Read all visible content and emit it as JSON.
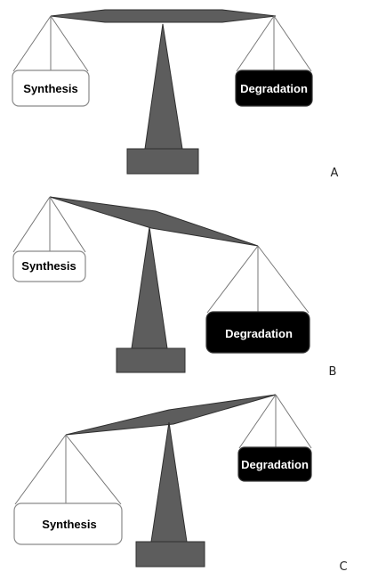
{
  "panels": [
    {
      "letter": "A",
      "left_label": "Synthesis",
      "right_label": "Degradation"
    },
    {
      "letter": "B",
      "left_label": "Synthesis",
      "right_label": "Degradation"
    },
    {
      "letter": "C",
      "left_label": "Synthesis",
      "right_label": "Degradation"
    }
  ]
}
